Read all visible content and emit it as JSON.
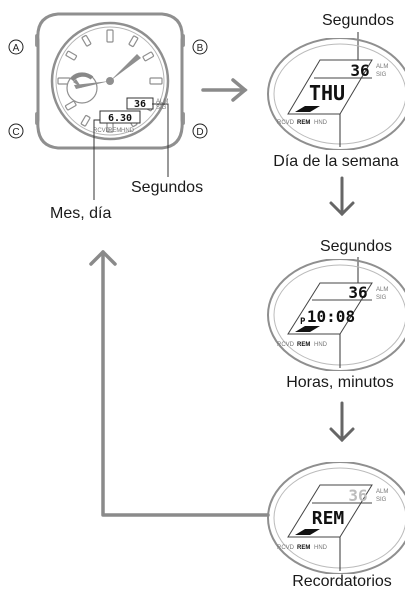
{
  "watch": {
    "buttons": [
      "A",
      "B",
      "C",
      "D"
    ],
    "display_seconds": "36",
    "display_date": "6.30",
    "indicators": [
      "ALM",
      "SIG"
    ],
    "bottom_indicators": [
      "RCVD",
      "REM",
      "HND"
    ],
    "callout_seconds": "Segundos",
    "callout_date": "Mes, día"
  },
  "screens": [
    {
      "top_label": "Segundos",
      "seconds": "36",
      "main": "THU",
      "prefix": "",
      "bottom_label": "Día de la semana"
    },
    {
      "top_label": "Segundos",
      "seconds": "36",
      "main": "10:08",
      "prefix": "P",
      "bottom_label": "Horas, minutos"
    },
    {
      "top_label": "",
      "seconds": "36",
      "main": "REM",
      "prefix": "",
      "bottom_label": "Recordatorios"
    }
  ],
  "colors": {
    "arrow": "#8a8a8a",
    "watch_case": "#8f8f8f",
    "lines": "#555555"
  }
}
